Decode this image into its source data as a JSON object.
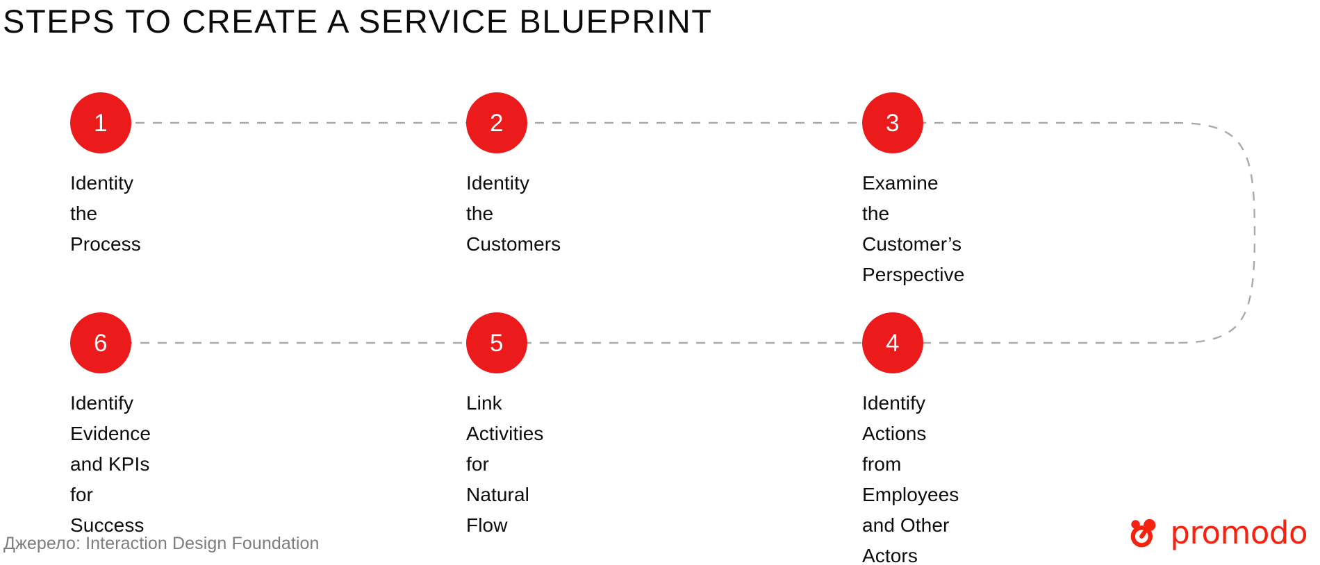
{
  "page": {
    "title": "STEPS TO CREATE A SERVICE BLUEPRINT",
    "background_color": "#ffffff",
    "accent_color": "#ec1b1b",
    "text_color": "#0c0c0c",
    "connector_color": "#aaaaaa"
  },
  "steps": [
    {
      "number": "1",
      "text": "Identity\nthe Process",
      "lines": [
        "Identity",
        "the Process"
      ],
      "row": 1,
      "column": 1
    },
    {
      "number": "2",
      "text": "Identity\nthe Customers",
      "lines": [
        "Identity",
        "the Customers"
      ],
      "row": 1,
      "column": 2
    },
    {
      "number": "3",
      "text": "Examine the Customer’s\nPerspective",
      "lines": [
        "Examine the Customer’s",
        "Perspective"
      ],
      "row": 1,
      "column": 3
    },
    {
      "number": "4",
      "text": "Identify Actions\nfrom Employees\nand Other Actors",
      "lines": [
        "Identify Actions",
        "from Employees",
        "and Other Actors"
      ],
      "row": 2,
      "column": 3
    },
    {
      "number": "5",
      "text": "Link Activities\nfor Natural Flow",
      "lines": [
        "Link Activities",
        "for Natural Flow"
      ],
      "row": 2,
      "column": 2
    },
    {
      "number": "6",
      "text": "Identify Evidence\nand KPIs for Success",
      "lines": [
        "Identify Evidence",
        "and KPIs for Success"
      ],
      "row": 2,
      "column": 1
    }
  ],
  "footer": {
    "source": "Джерело: Interaction Design Foundation",
    "brand": "promodo",
    "brand_color": "#f4220f"
  }
}
